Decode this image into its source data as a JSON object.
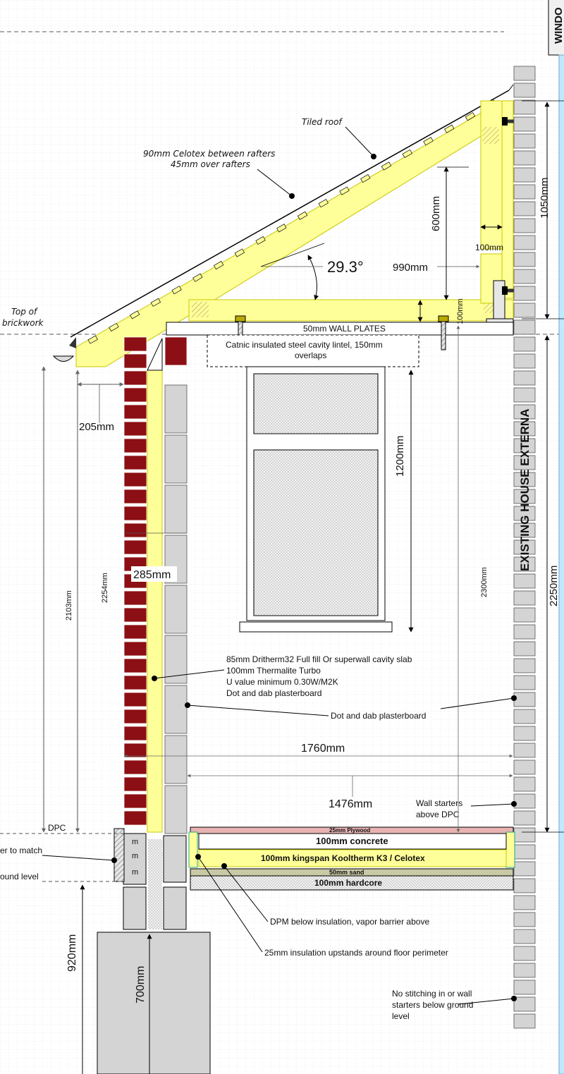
{
  "title_fragment": "WINDO",
  "labels": {
    "tiled_roof": "Tiled roof",
    "celotex_line1": "90mm Celotex between rafters",
    "celotex_line2": "45mm over rafters",
    "top_of_line1": "Top of",
    "top_of_line2": "brickwork",
    "wall_plates": "50mm WALL PLATES",
    "lintel_line1": "Catnic insulated steel cavity lintel, 150mm",
    "lintel_line2": "overlaps",
    "cavity_line1": "85mm Dritherm32 Full fill  Or superwall cavity slab",
    "cavity_line2": "100mm Thermalite Turbo",
    "cavity_line3": "U value minimum 0.30W/M2K",
    "cavity_line4": "Dot and dab plasterboard",
    "dot_dab": "Dot and dab plasterboard",
    "wall_starters_line1": "Wall starters",
    "wall_starters_line2": "above DPC",
    "dpc": "DPC",
    "match_fragment": "er to match",
    "ground_fragment": "ound level",
    "plywood": "25mm Plywood",
    "concrete": "100mm concrete",
    "kingspan": "100mm kingspan Kooltherm K3 / Celotex",
    "sand": "50mm sand",
    "hardcore": "100mm hardcore",
    "dpm": "DPM below insulation, vapor barrier above",
    "upstands": "25mm insulation upstands around floor perimeter",
    "stitching_line1": "No stitching in or wall",
    "stitching_line2": "starters below ground",
    "stitching_line3": "level",
    "existing_house": "EXISTING HOUSE EXTERNA"
  },
  "dimensions": {
    "angle": "29.3°",
    "d990": "990mm",
    "d600": "600mm",
    "d100_post": "100mm",
    "d100_beam": "100mm",
    "d1050": "1050mm",
    "d205": "205mm",
    "d1200": "1200mm",
    "d285": "285mm",
    "d2254": "2254mm",
    "d2103": "2103mm",
    "d2300": "2300mm",
    "d2250": "2250mm",
    "d1760": "1760mm",
    "d1476": "1476mm",
    "d920": "920mm",
    "d700": "700mm",
    "mm_marks": [
      "m",
      "m",
      "m"
    ]
  },
  "colors": {
    "insulation": "#ffff99",
    "insulation_edge": "#c8c800",
    "brick": "#8b0f14",
    "block": "#d4d4d4",
    "plywood": "#e9b3b3",
    "sand": "#c9c9a6",
    "hardcore": "#c8c8c8",
    "grid": "#dcdcdc"
  }
}
